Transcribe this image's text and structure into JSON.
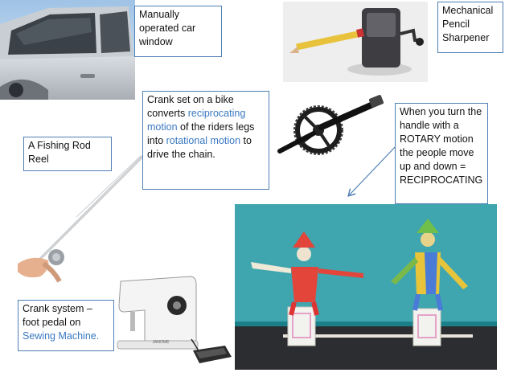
{
  "captions": {
    "car_window": "Manually operated car window",
    "pencil_sharpener": "Mechanical Pencil Sharpener",
    "bike_crank": {
      "pre": "Crank set on a bike converts ",
      "hl1": "reciprocating motion",
      "mid": " of the riders legs into ",
      "hl2": "rotational motion",
      "post": "  to drive the chain."
    },
    "rotary_motion": "When you turn the handle with a ROTARY motion the people move up and down = RECIPROCATING",
    "fishing_reel": "A Fishing Rod Reel",
    "sewing": {
      "pre": "Crank system – foot pedal on ",
      "hl": "Sewing Machine."
    }
  },
  "sewing_brand": "JANOME",
  "colors": {
    "border": "#4f7fb3",
    "highlight": "#3a78c2",
    "teal_backdrop": "#3fa6b0"
  }
}
